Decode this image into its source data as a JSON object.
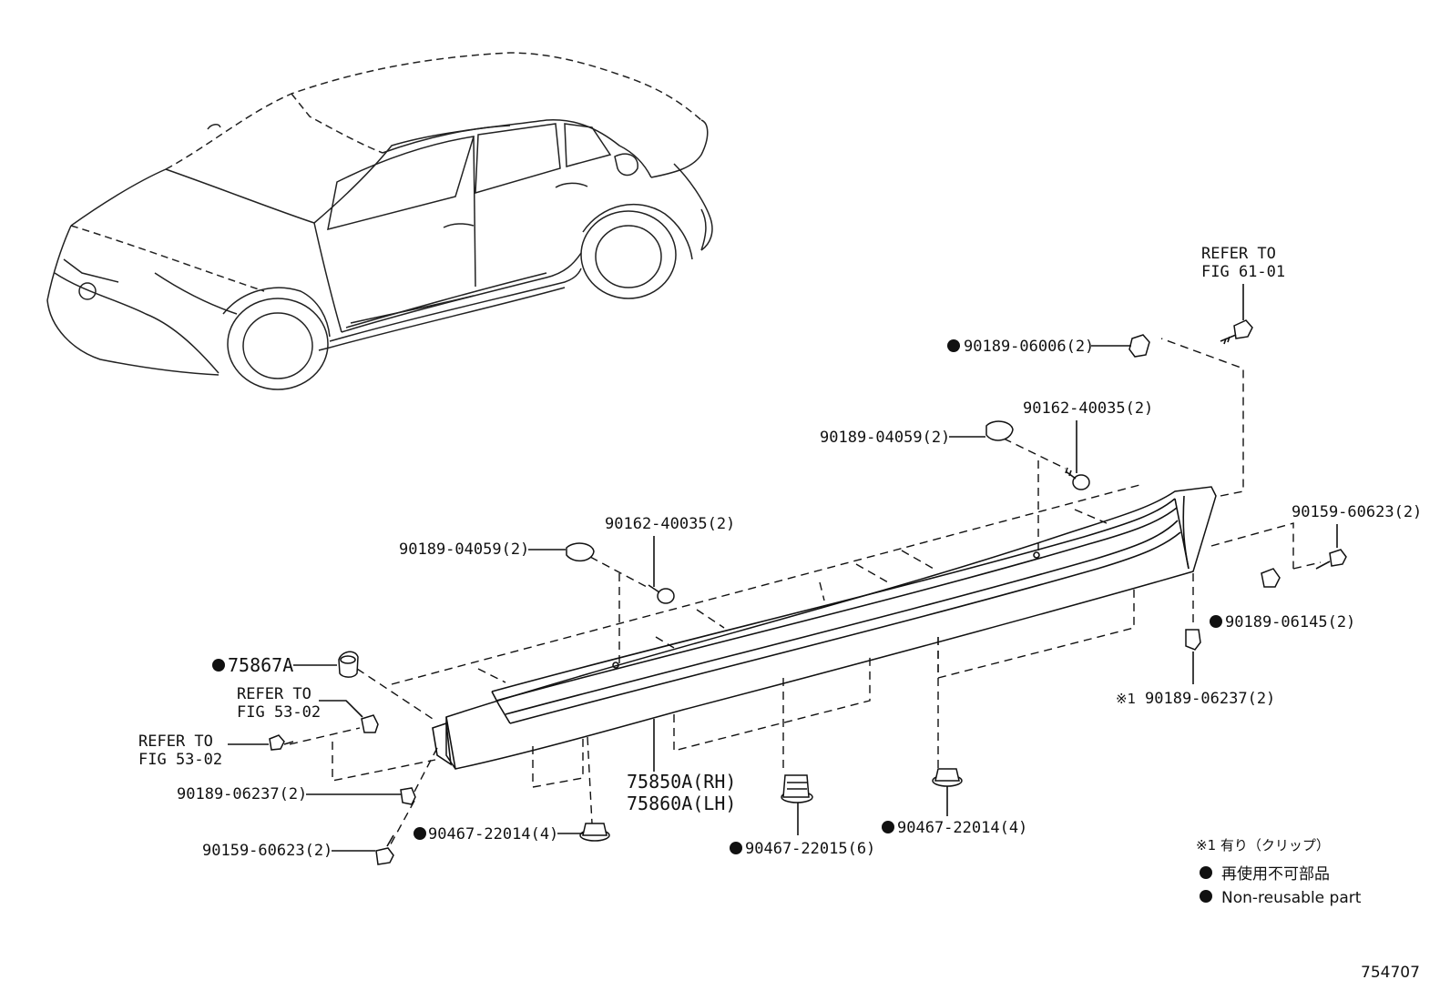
{
  "labels": {
    "refer_61": [
      "REFER TO",
      "FIG 61-01"
    ],
    "p_90189_06006": "90189-06006(2)",
    "p_90162_40035_r": "90162-40035(2)",
    "p_90189_04059_r": "90189-04059(2)",
    "p_90159_60623_r": "90159-60623(2)",
    "p_90189_06145": "90189-06145(2)",
    "p_90189_06237_r": "90189-06237(2)",
    "p_90189_06237_r_prefix": "※1",
    "p_90162_40035_l": "90162-40035(2)",
    "p_90189_04059_l": "90189-04059(2)",
    "p_75867a": "75867A",
    "refer_53_a": [
      "REFER TO",
      "FIG 53-02"
    ],
    "refer_53_b": [
      "REFER TO",
      "FIG 53-02"
    ],
    "p_90189_06237_l": "90189-06237(2)",
    "p_90159_60623_l": "90159-60623(2)",
    "p_90467_22014_l": "90467-22014(4)",
    "p_75850a": "75850A(RH)",
    "p_75860a": "75860A(LH)",
    "p_90467_22015": "90467-22015(6)",
    "p_90467_22014_r": "90467-22014(4)"
  },
  "legend": {
    "note1": "※1 有り（クリップ）",
    "reuse_jp": "再使用不可部品",
    "reuse_en": "Non-reusable part"
  },
  "figure_id": "754707",
  "colors": {
    "ink": "#111111",
    "background": "#ffffff"
  }
}
